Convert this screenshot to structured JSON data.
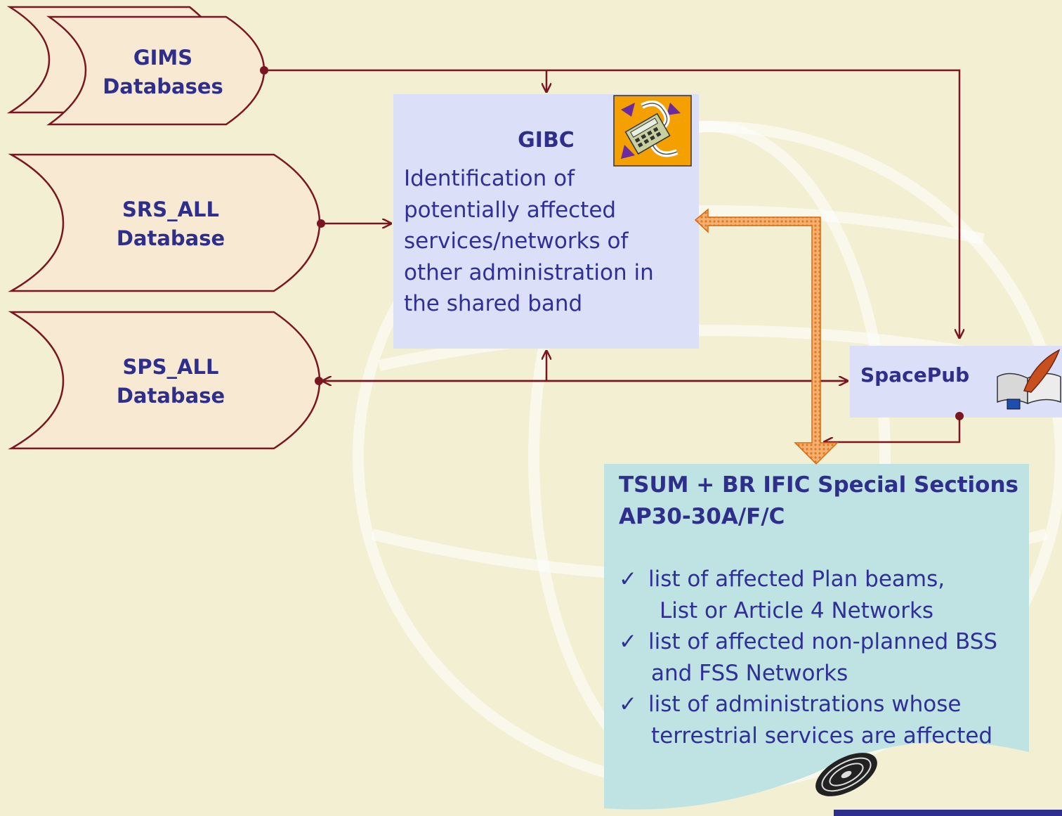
{
  "databases": [
    {
      "id": "gims",
      "line1": "GIMS",
      "line2": "Databases"
    },
    {
      "id": "srs",
      "line1": "SRS_ALL",
      "line2": "Database"
    },
    {
      "id": "sps",
      "line1": "SPS_ALL",
      "line2": "Database"
    }
  ],
  "gibc": {
    "title": "GIBC",
    "description": "Identification of potentially affected services/networks of other administration in the shared band",
    "icon": "calculator-clipart-icon"
  },
  "spacepub": {
    "label": "SpacePub",
    "icon": "book-quill-icon"
  },
  "tsum": {
    "title_line1": "TSUM + BR IFIC Special Sections",
    "title_line2": "AP30-30A/F/C",
    "items": [
      {
        "check": "✓",
        "line1": "list of affected Plan beams,",
        "line2": "List or Article 4 Networks"
      },
      {
        "check": "✓",
        "line1": "list of affected non-planned BSS",
        "line2": "and FSS Networks"
      },
      {
        "check": "✓",
        "line1": "list of administrations whose",
        "line2": "terrestrial services are affected"
      }
    ],
    "icon": "cd-disc-icon"
  },
  "colors": {
    "background": "#f2efd2",
    "database_fill": "#f8ead2",
    "database_stroke": "#7a1522",
    "arrow": "#7a1522",
    "gibc_fill": "#dcdff8",
    "tsum_fill": "#bfe3e2",
    "text": "#2e2e8c",
    "wide_arrow": "#f0a050"
  }
}
